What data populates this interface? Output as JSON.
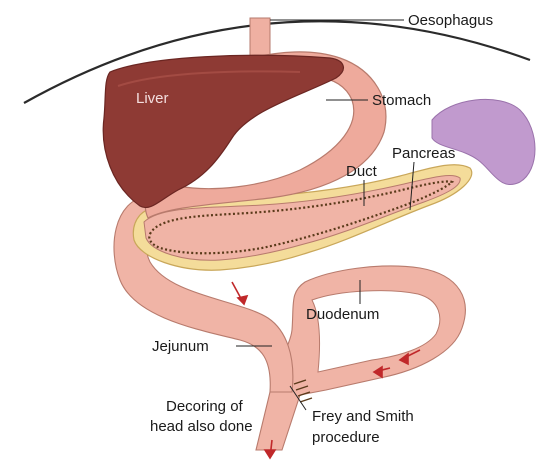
{
  "labels": {
    "oesophagus": "Oesophagus",
    "liver": "Liver",
    "stomach": "Stomach",
    "pancreas": "Pancreas",
    "duct": "Duct",
    "duodenum": "Duodenum",
    "jejunum": "Jejunum",
    "decoring_line1": "Decoring of",
    "decoring_line2": "head also done",
    "frey_line1": "Frey and Smith",
    "frey_line2": "procedure"
  },
  "colors": {
    "liver": "#8e3a34",
    "stomach": "#eeaa9c",
    "bowel": "#f0b4a6",
    "pancreas": "#f4dc9a",
    "spleen": "#c19ace",
    "diaphragm": "#2b2b2b",
    "arrow": "#c0282a",
    "duct_stitch": "#5a3a1a"
  }
}
